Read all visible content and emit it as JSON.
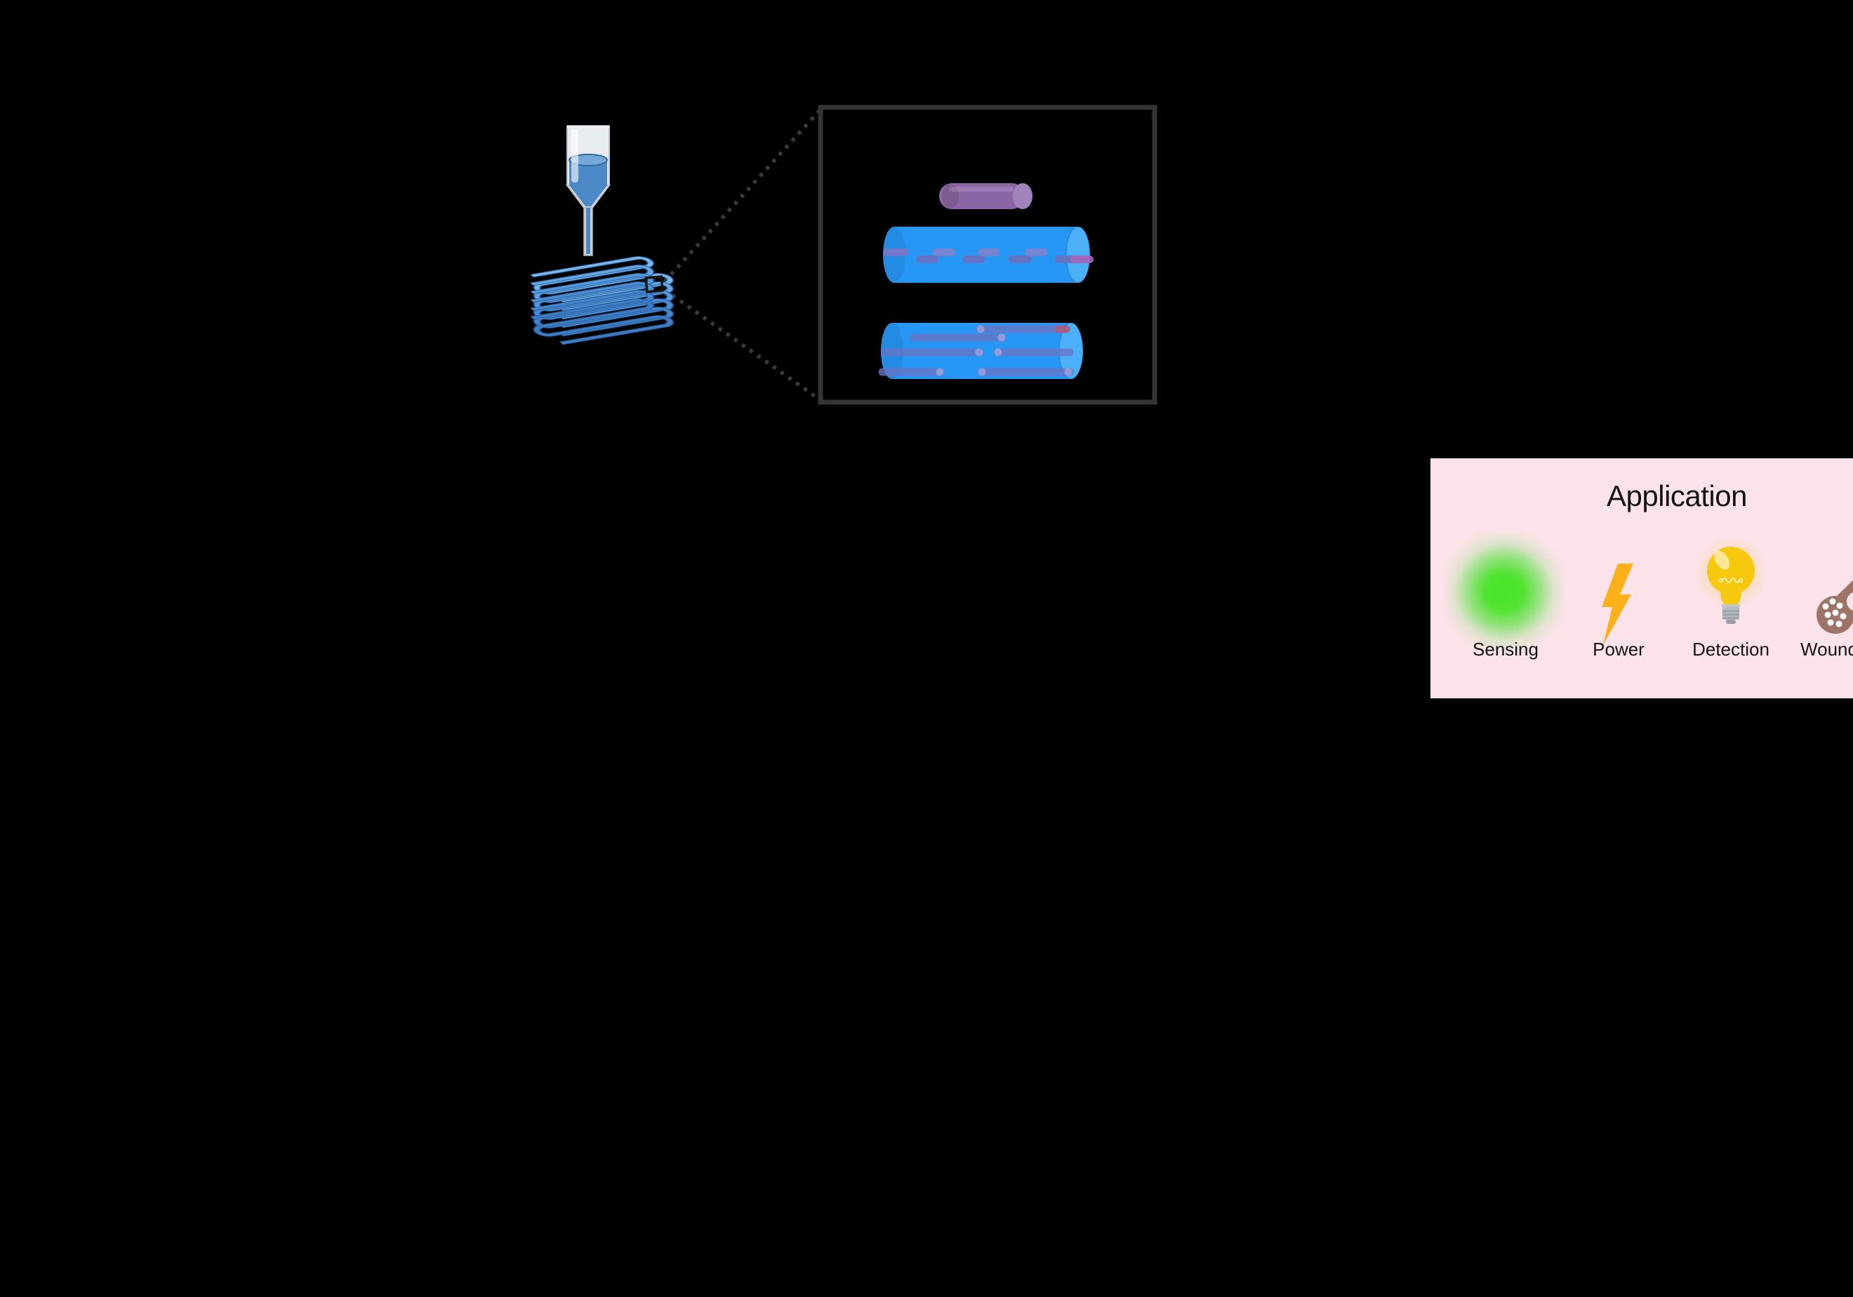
{
  "application_panel": {
    "title": "Application",
    "items": [
      {
        "label": "Sensing",
        "icon": "green-glow-icon"
      },
      {
        "label": "Power",
        "icon": "lightning-bolt-icon"
      },
      {
        "label": "Detection",
        "icon": "light-bulb-icon"
      },
      {
        "label": "Wound",
        "icon": "wound-skin-icon"
      }
    ]
  },
  "colors": {
    "bg": "#000000",
    "panel_bg": "#fbe3e9",
    "panel_text": "#141414",
    "glow_green": "#3ee41c",
    "bolt_yellow": "#fbb117",
    "bulb_yellow": "#f6c90e",
    "wound_brown": "#9e7468",
    "fiber_blue": "#2697f4",
    "fiber_cap_blue": "#4bb0f8",
    "rod_purple": "#6b74c4",
    "rod_purple_light": "#97a0dc",
    "rod_magenta": "#a763b8",
    "capsule_purple": "#8b66a4",
    "capsule_cap_purple": "#a183bb",
    "scaffold_outline": "#275ca0",
    "box_border": "#343434",
    "dotted_line": "#3a3a3a",
    "syringe_body_gray": "#e9ecee",
    "syringe_cone_gray": "#d5dade",
    "syringe_edge_gray": "#bfc4c8",
    "liquid_blue": "#4d89c6",
    "liquid_surface_blue": "#74a8d9"
  }
}
